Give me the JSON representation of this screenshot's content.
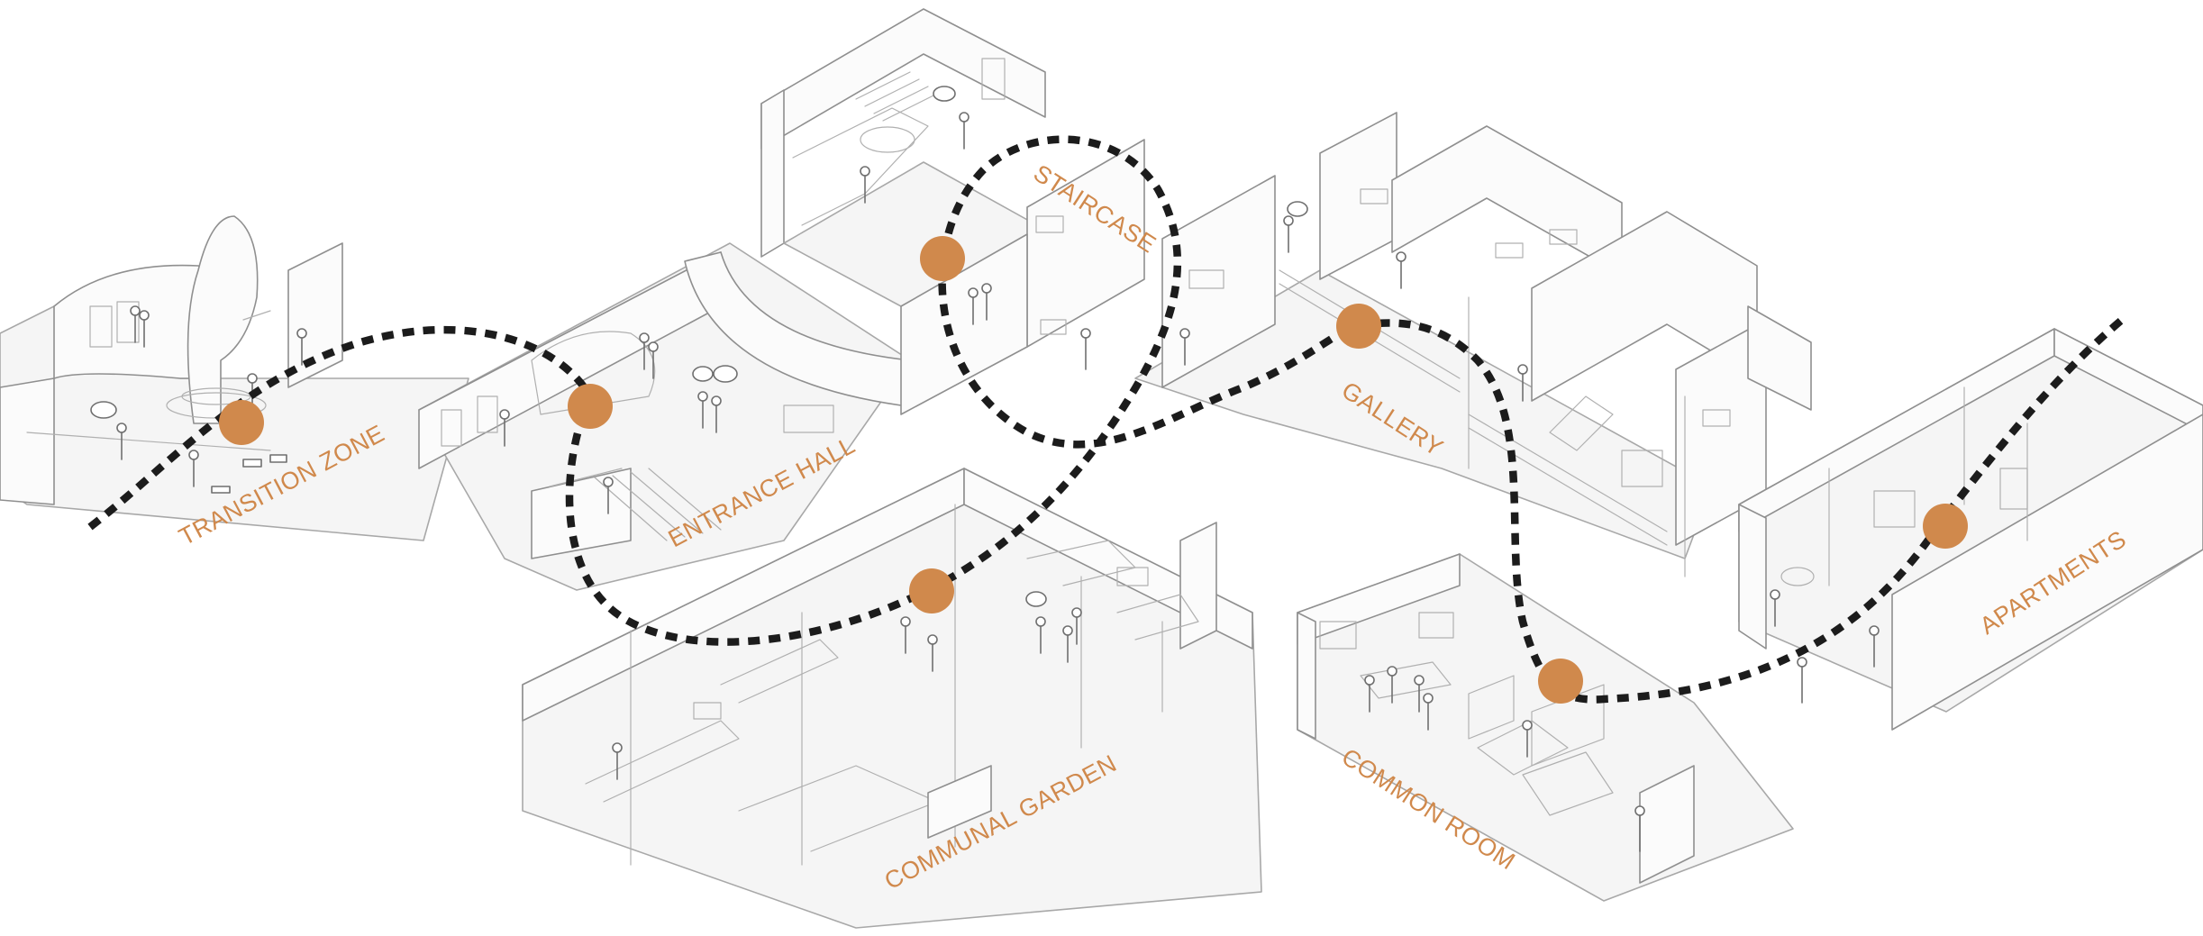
{
  "diagram": {
    "zones": [
      {
        "id": "transition-zone",
        "label": "TRANSITION ZONE"
      },
      {
        "id": "entrance-hall",
        "label": "ENTRANCE HALL"
      },
      {
        "id": "staircase",
        "label": "STAIRCASE"
      },
      {
        "id": "communal-garden",
        "label": "COMMUNAL GARDEN"
      },
      {
        "id": "gallery",
        "label": "GALLERY"
      },
      {
        "id": "common-room",
        "label": "COMMON ROOM"
      },
      {
        "id": "apartments",
        "label": "APARTMENTS"
      }
    ],
    "colors": {
      "accent": "#d0894c",
      "path": "#1c1c1c",
      "sketch": "#9a9a9a",
      "background": "#ffffff"
    },
    "path_style": "dashed"
  }
}
